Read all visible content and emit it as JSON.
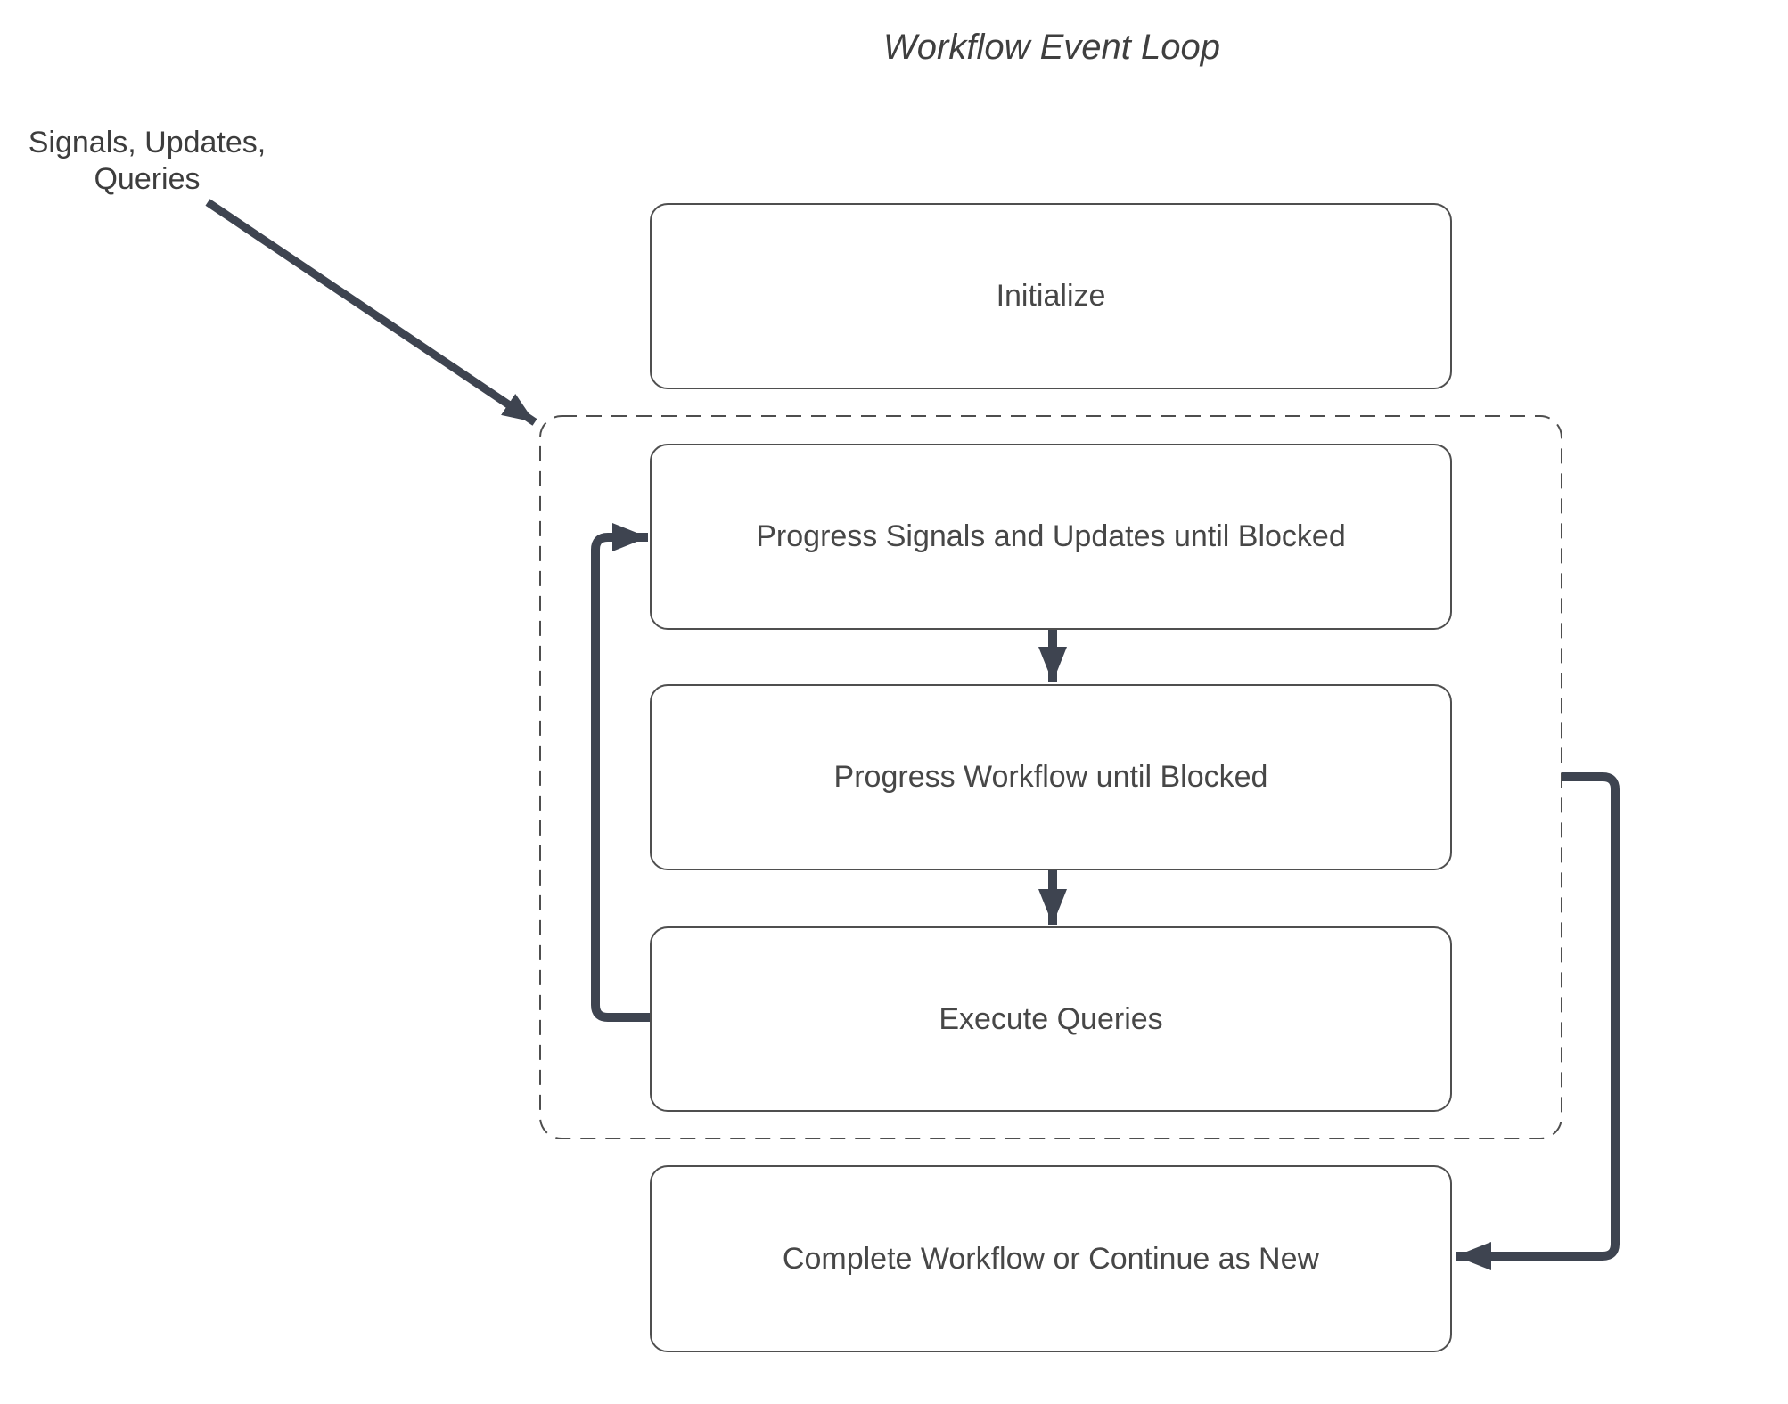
{
  "title": "Workflow Event Loop",
  "annotation": {
    "line1": "Signals, Updates,",
    "line2": "Queries"
  },
  "nodes": {
    "initialize": {
      "label": "Initialize"
    },
    "progress_signals": {
      "label": "Progress Signals and Updates until Blocked"
    },
    "progress_workflow": {
      "label": "Progress Workflow until Blocked"
    },
    "execute_queries": {
      "label": "Execute Queries"
    },
    "complete": {
      "label": "Complete Workflow or Continue as New"
    }
  },
  "colors": {
    "background": "#ffffff",
    "arrow": "#3e4450",
    "box_border": "#4f4f4f",
    "box_text": "#474747",
    "dash_border": "#4e4e4e",
    "title_text": "#3f3f3f",
    "annotation_text": "#3d3d3d"
  }
}
